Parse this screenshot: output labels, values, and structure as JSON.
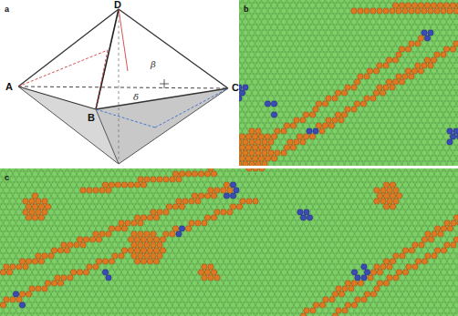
{
  "diagram": {
    "labels": [
      "a",
      "D",
      "A",
      "B",
      "C",
      "β",
      "δ",
      "b",
      "c"
    ]
  }
}
